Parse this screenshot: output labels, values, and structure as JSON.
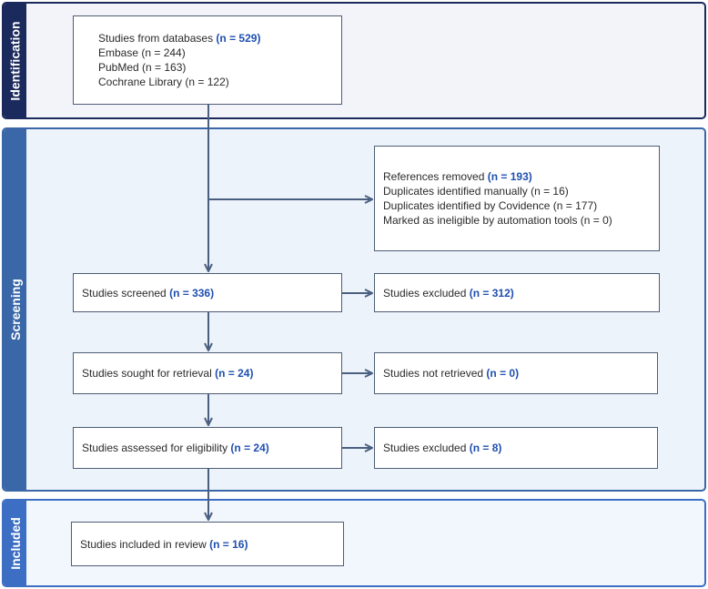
{
  "phases": {
    "identification": "Identification",
    "screening": "Screening",
    "included": "Included"
  },
  "identification_box": {
    "label": "Studies from databases",
    "count": "(n = 529)",
    "lines": [
      "Embase (n = 244)",
      "PubMed (n = 163)",
      "Cochrane Library (n = 122)"
    ]
  },
  "removed_box": {
    "label": "References removed",
    "count": "(n = 193)",
    "lines": [
      "Duplicates identified manually (n = 16)",
      "Duplicates identified by Covidence (n = 177)",
      "Marked as ineligible by automation tools (n = 0)"
    ]
  },
  "screened": {
    "label": "Studies screened",
    "count": "(n = 336)"
  },
  "screened_excluded": {
    "label": "Studies excluded",
    "count": "(n = 312)"
  },
  "retrieval": {
    "label": "Studies sought for retrieval",
    "count": "(n = 24)"
  },
  "not_retrieved": {
    "label": "Studies not retrieved",
    "count": "(n = 0)"
  },
  "eligibility": {
    "label": "Studies assessed for eligibility",
    "count": "(n = 24)"
  },
  "eligibility_excluded": {
    "label": "Studies excluded",
    "count": "(n = 8)"
  },
  "included": {
    "label": "Studies included in review",
    "count": "(n = 16)"
  },
  "colors": {
    "identification": "#1b2a5c",
    "screening": "#3a67a8",
    "included": "#3c6ec4",
    "count_text": "#1f4fb0",
    "arrow": "#4a5f80"
  }
}
